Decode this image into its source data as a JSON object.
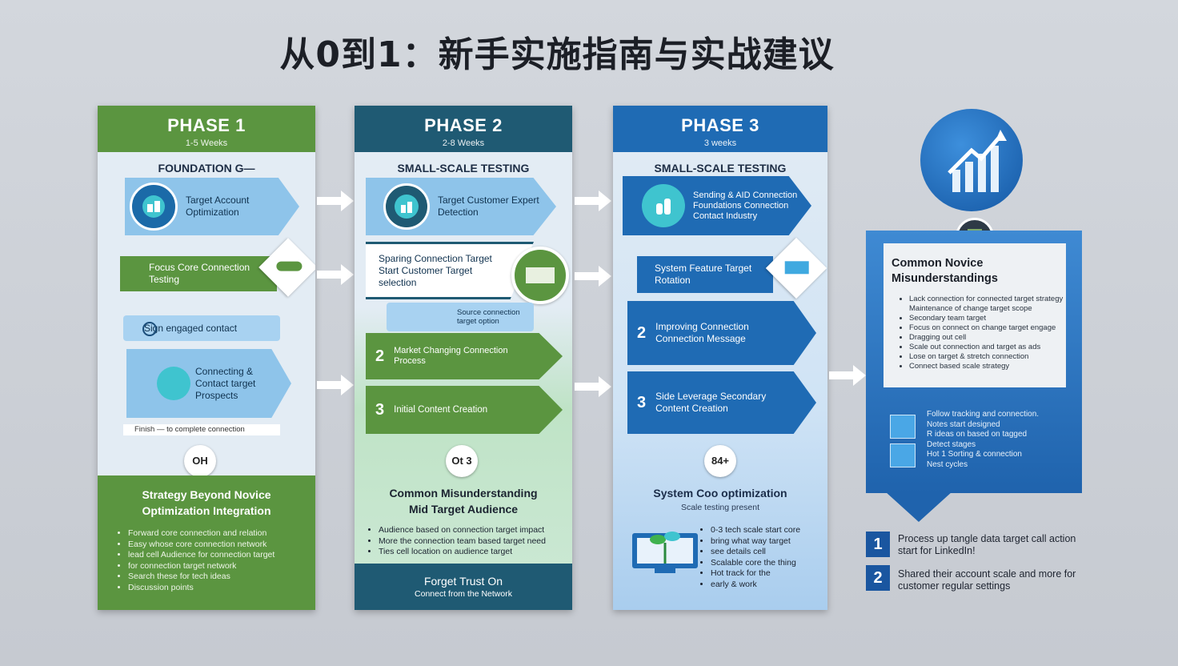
{
  "title": "从0到1：新手实施指南与实战建议",
  "colors": {
    "phase1": "#5b9540",
    "phase2": "#1f5a73",
    "phase3": "#1f6bb4",
    "panel_light": "#e2ebf3",
    "accent_blue": "#2b78c4"
  },
  "phase1": {
    "title": "PHASE 1",
    "weeks": "1-5 Weeks",
    "subtitle": "FOUNDATION G—",
    "box1": "Target Account Optimization",
    "box2": "Focus Core Connection Testing",
    "box3": "Sign engaged contact",
    "box4": "Connecting & Contact target Prospects",
    "note": "Finish — to complete connection",
    "badge": "OH",
    "footer_title": "Strategy Beyond Novice Optimization Integration",
    "bullets": [
      "Forward core connection and relation",
      "Easy whose core connection network",
      "lead cell Audience for connection target",
      "for connection target network",
      "Search these for tech ideas",
      "Discussion points"
    ]
  },
  "phase2": {
    "title": "PHASE 2",
    "weeks": "2-8 Weeks",
    "subtitle": "SMALL-SCALE TESTING",
    "box1": "Target Customer Expert Detection",
    "box2": "Sparing Connection Target Start Customer Target selection",
    "box3": "Source connection target option",
    "box4": "Market Changing Connection Process",
    "box5": "Initial Content Creation",
    "num4": "2",
    "num5": "3",
    "badge": "Ot 3",
    "footer_title": "Common Misunderstanding Mid Target Audience",
    "bullets": [
      "Audience based on connection target impact",
      "More the connection team based target need",
      "Ties cell location on audience target"
    ],
    "bottom_title": "Forget Trust On",
    "bottom_sub": "Connect from the Network"
  },
  "phase3": {
    "title": "PHASE 3",
    "weeks": "3 weeks",
    "subtitle": "SMALL-SCALE TESTING",
    "box1": "Sending & AID Connection Foundations Connection Contact Industry",
    "box2": "System Feature Target Rotation",
    "box3": "Improving Connection Connection Message",
    "box4": "Side Leverage Secondary Content Creation",
    "num3": "2",
    "num4": "3",
    "badge": "84+",
    "footer_title": "System Coo optimization",
    "footer_sub": "Scale testing present",
    "bullets": [
      "0-3 tech scale start core",
      "bring what way target",
      "see details cell",
      "Scalable core the thing",
      "Hot track for the",
      "early & work"
    ]
  },
  "misunderstandings": {
    "title": "Common Novice Misunderstandings",
    "bullets": [
      "Lack connection for connected target strategy Maintenance of change target scope",
      "Secondary team target",
      "Focus on connect on change target engage",
      "Dragging out cell",
      "Scale out connection and target as ads",
      "Lose on target & stretch connection",
      "Connect based scale strategy"
    ],
    "tips": [
      "Follow tracking and connection.",
      "Notes start designed",
      "R ideas on based on tagged",
      "Detect stages",
      "Hot 1 Sorting & connection",
      "Nest cycles"
    ]
  },
  "steps": [
    {
      "num": "1",
      "text": "Process up tangle data target call action start for LinkedIn!"
    },
    {
      "num": "2",
      "text": "Shared their account scale and more for customer regular settings"
    }
  ],
  "icons": [
    "growth-chart-icon",
    "target-icon",
    "customer-icon",
    "link-icon",
    "envelope-icon",
    "monitor-plant-icon",
    "checklist-icon",
    "arrow-right-icon"
  ]
}
